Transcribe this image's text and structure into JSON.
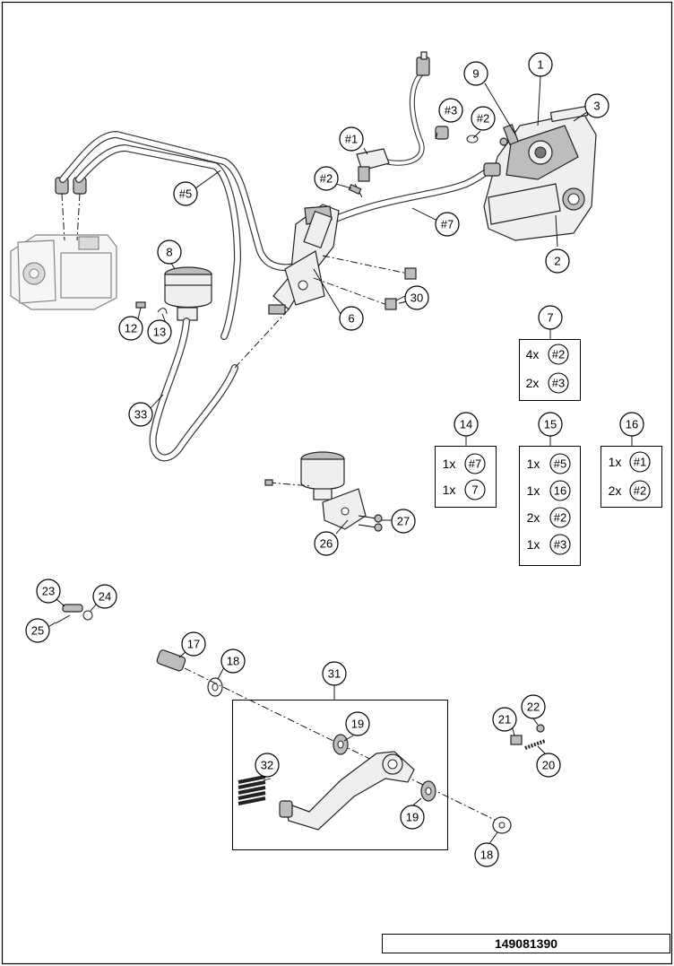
{
  "diagram_id": "149081390",
  "callouts": {
    "c1": "1",
    "c2": "2",
    "c3": "3",
    "c6": "6",
    "c7": "7",
    "c8": "8",
    "c9": "9",
    "c12": "12",
    "c13": "13",
    "c14": "14",
    "c15": "15",
    "c16": "16",
    "c17": "17",
    "c18a": "18",
    "c18b": "18",
    "c19a": "19",
    "c19b": "19",
    "c20": "20",
    "c21": "21",
    "c22": "22",
    "c23": "23",
    "c24": "24",
    "c25": "25",
    "c26": "26",
    "c27": "27",
    "c30": "30",
    "c31": "31",
    "c32": "32",
    "c33": "33",
    "h1": "#1",
    "h2a": "#2",
    "h2b": "#2",
    "h3": "#3",
    "h5": "#5",
    "h7": "#7"
  },
  "kits": {
    "k7": [
      {
        "qty": "4x",
        "ref": "#2"
      },
      {
        "qty": "2x",
        "ref": "#3"
      }
    ],
    "k14": [
      {
        "qty": "1x",
        "ref": "#7"
      },
      {
        "qty": "1x",
        "ref": "7"
      }
    ],
    "k15": [
      {
        "qty": "1x",
        "ref": "#5"
      },
      {
        "qty": "1x",
        "ref": "16"
      },
      {
        "qty": "2x",
        "ref": "#2"
      },
      {
        "qty": "1x",
        "ref": "#3"
      }
    ],
    "k16": [
      {
        "qty": "1x",
        "ref": "#1"
      },
      {
        "qty": "2x",
        "ref": "#2"
      }
    ]
  }
}
